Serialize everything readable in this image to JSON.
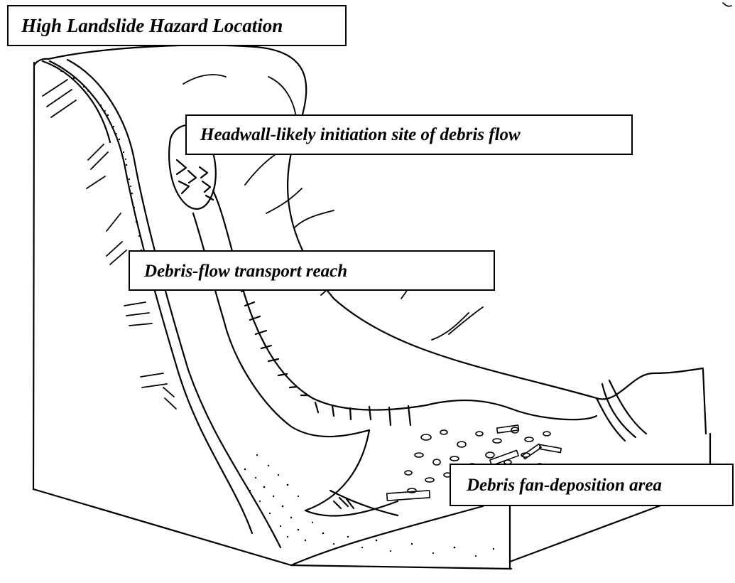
{
  "diagram": {
    "labels": {
      "title": "High Landslide Hazard Location",
      "headwall": "Headwall-likely initiation site of debris flow",
      "transport": "Debris-flow transport reach",
      "fan": "Debris fan-deposition area"
    },
    "colors": {
      "ink": "#000000",
      "paper": "#ffffff"
    }
  }
}
